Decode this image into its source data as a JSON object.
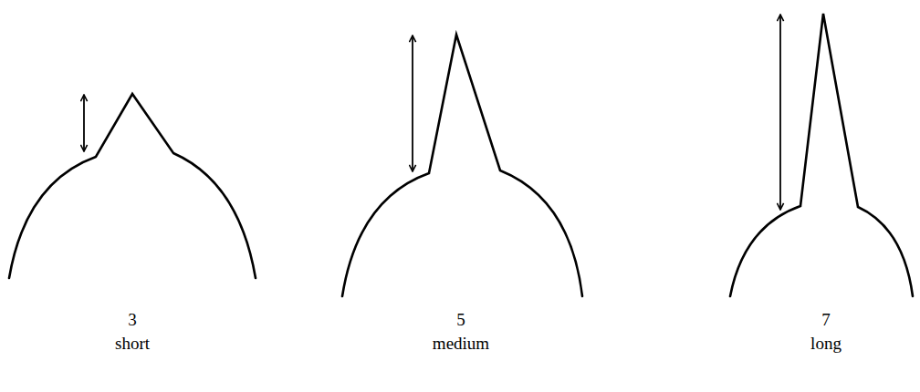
{
  "diagram": {
    "labels": [
      "3",
      "short",
      "5",
      "medium",
      "7",
      "long"
    ]
  }
}
